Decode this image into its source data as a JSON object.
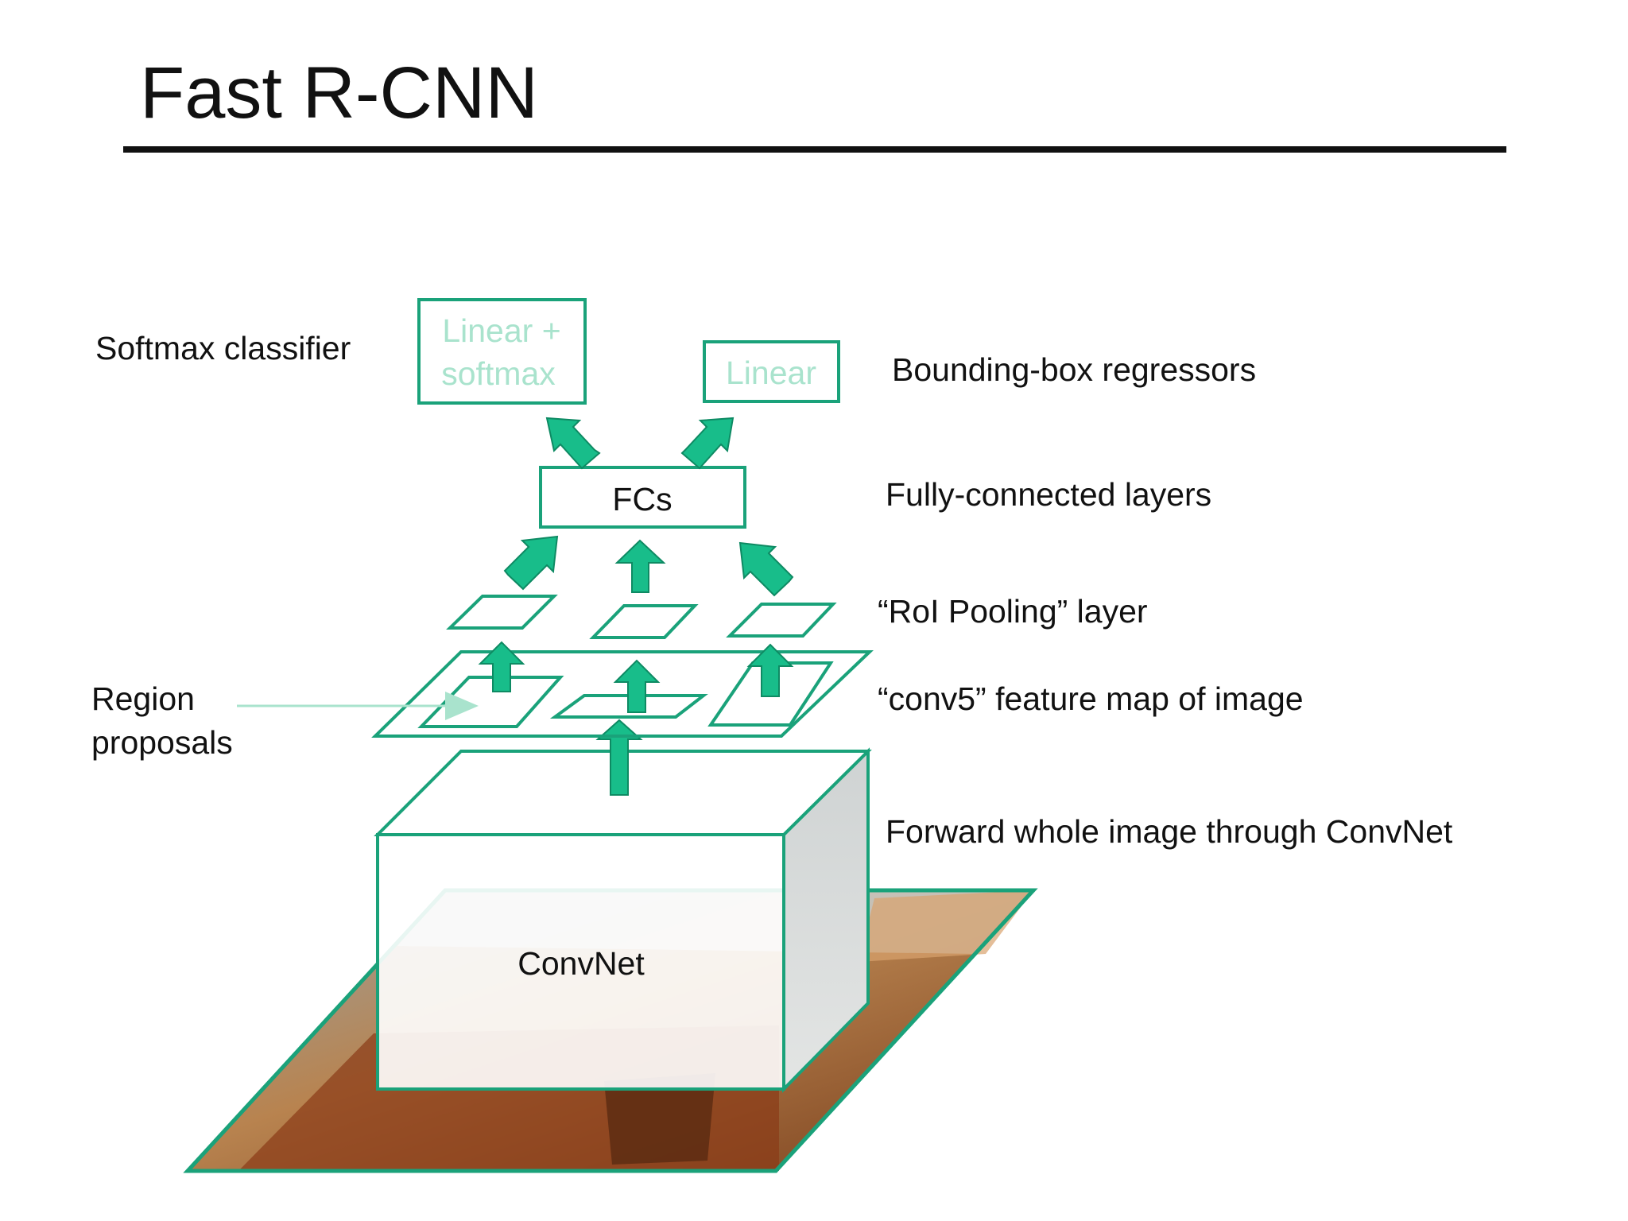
{
  "title": "Fast R-CNN",
  "labels": {
    "softmax_classifier": "Softmax classifier",
    "bbox_regressors": "Bounding-box regressors",
    "fc_layers": "Fully-connected layers",
    "roi_pooling": "“RoI Pooling” layer",
    "conv5": "“conv5” feature map of image",
    "region_line1": "Region",
    "region_line2": "proposals",
    "forward": "Forward whole image through ConvNet"
  },
  "boxes": {
    "linear_softmax_line1": "Linear +",
    "linear_softmax_line2": "softmax",
    "linear": "Linear",
    "fcs": "FCs",
    "convnet": "ConvNet"
  },
  "colors": {
    "accent": "#1aa27a",
    "arrow_fill": "#18bd8a",
    "faded_text": "#a9e3cd"
  },
  "icons": [
    "up-arrow-icon",
    "diagonal-arrow-icon",
    "thin-arrow-icon"
  ]
}
